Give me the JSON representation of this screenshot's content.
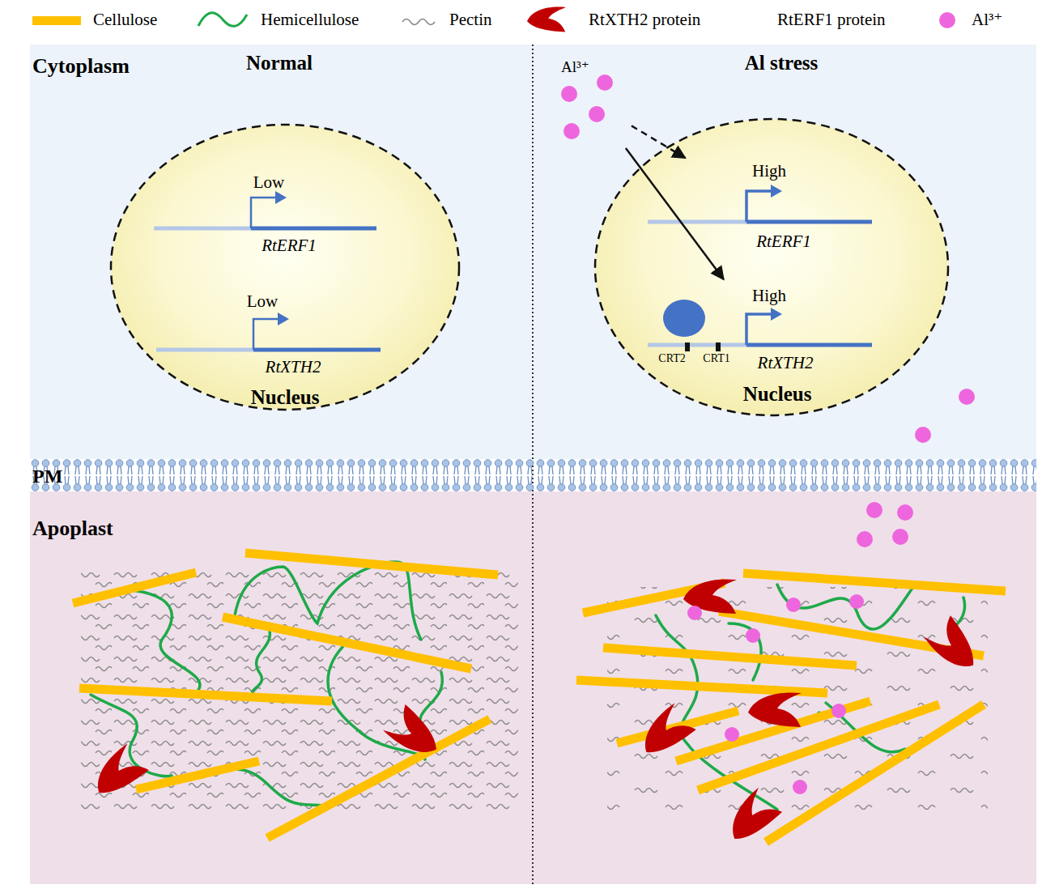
{
  "diagram": {
    "nodes": [
      {
        "text": [
          "Cytoplasm"
        ]
      },
      {
        "text": [
          "Normal"
        ],
        "in": 0
      },
      {
        "text": [
          "Nucleus"
        ],
        "in": 1
      },
      {
        "text": [
          "Low",
          "RtERF1"
        ],
        "in": 2
      },
      {
        "text": [
          "Low",
          "RtXTH2"
        ],
        "in": 2
      },
      {
        "text": [
          "Al stress"
        ],
        "in": 0
      },
      {
        "text": [
          "Al³⁺"
        ],
        "in": 5
      },
      {
        "text": [
          "Nucleus"
        ],
        "in": 5
      },
      {
        "text": [
          "High",
          "RtERF1"
        ],
        "in": 7
      },
      {
        "text": [
          "High",
          "CRT2",
          "CRT1",
          "RtXTH2"
        ],
        "in": 7
      },
      {
        "text": [
          "Apoplast"
        ]
      }
    ],
    "edges": [
      {
        "from": 6,
        "to": 8,
        "arrow": "to"
      },
      {
        "from": 6,
        "to": 9,
        "arrow": "to"
      }
    ],
    "labels": [
      "PM"
    ],
    "legend": [
      {
        "text": "Cellulose",
        "color": "#FFC000"
      },
      {
        "text": "Hemicellulose"
      },
      {
        "text": "Pectin"
      },
      {
        "text": "RtXTH2 protein"
      },
      {
        "text": "RtERF1 protein"
      },
      {
        "text": "Al³⁺",
        "color": "#EE66DD"
      }
    ]
  }
}
